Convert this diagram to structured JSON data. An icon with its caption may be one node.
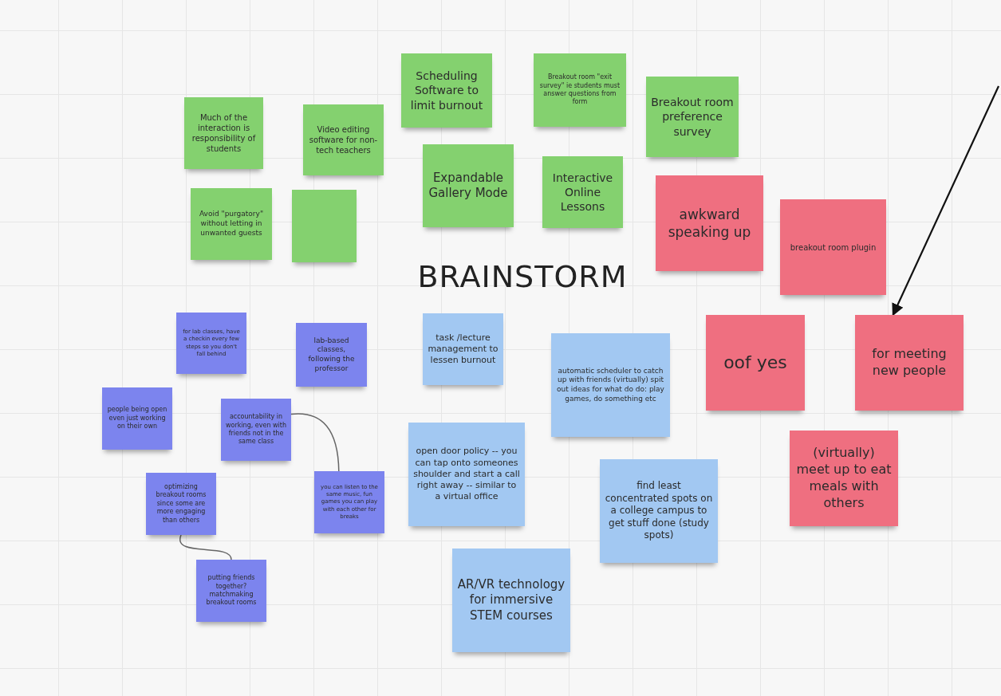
{
  "diagram": {
    "title": "BRAINSTORM",
    "nodes": [
      {
        "text": [
          "Much of the interaction is responsibility of students"
        ]
      },
      {
        "text": [
          "Video editing software for non-tech teachers"
        ]
      },
      {
        "text": [
          "Avoid \"purgatory\" without letting in unwanted guests"
        ]
      },
      {
        "text": [],
        "shape": "box"
      },
      {
        "text": [
          "Scheduling Software to limit burnout"
        ]
      },
      {
        "text": [
          "Breakout room \"exit survey\" ie students must answer questions from form"
        ]
      },
      {
        "text": [
          "Breakout room preference survey"
        ]
      },
      {
        "text": [
          "Expandable Gallery Mode"
        ]
      },
      {
        "text": [
          "Interactive Online Lessons"
        ]
      },
      {
        "text": [
          "awkward speaking up"
        ]
      },
      {
        "text": [
          "breakout room plugin"
        ]
      },
      {
        "text": [
          "oof yes"
        ]
      },
      {
        "text": [
          "for meeting new people"
        ]
      },
      {
        "text": [
          "(virtually) meet up to eat meals with others"
        ]
      },
      {
        "text": [
          "for lab classes, have a checkin every few steps so you don't fall behind"
        ]
      },
      {
        "text": [
          "lab-based classes, following the professor"
        ]
      },
      {
        "text": [
          "people being open even just working on their own"
        ]
      },
      {
        "text": [
          "accountability in working, even with friends not in the same class"
        ]
      },
      {
        "text": [
          "optimizing breakout rooms since some are more engaging than others"
        ]
      },
      {
        "text": [
          "you can listen to the same music, fun games you can play with each other for breaks"
        ]
      },
      {
        "text": [
          "putting friends together? matchmaking breakout rooms"
        ]
      },
      {
        "text": [
          "task /lecture management to lessen burnout"
        ]
      },
      {
        "text": [
          "automatic scheduler to catch up with friends (virtually) spit out ideas for what do do: play games, do something etc"
        ]
      },
      {
        "text": [
          "open door policy -- you can tap onto someones shoulder and start a call right away -- similar to a virtual office"
        ]
      },
      {
        "text": [
          "find least concentrated spots on a college campus to get stuff done (study spots)"
        ]
      },
      {
        "text": [
          "AR/VR technology for immersive STEM courses"
        ]
      }
    ],
    "edges": [
      {
        "from": null,
        "to": 12,
        "arrow": "to"
      },
      {
        "from": 17,
        "to": 19,
        "arrow": "none"
      },
      {
        "from": 18,
        "to": 20,
        "arrow": "none"
      }
    ]
  }
}
